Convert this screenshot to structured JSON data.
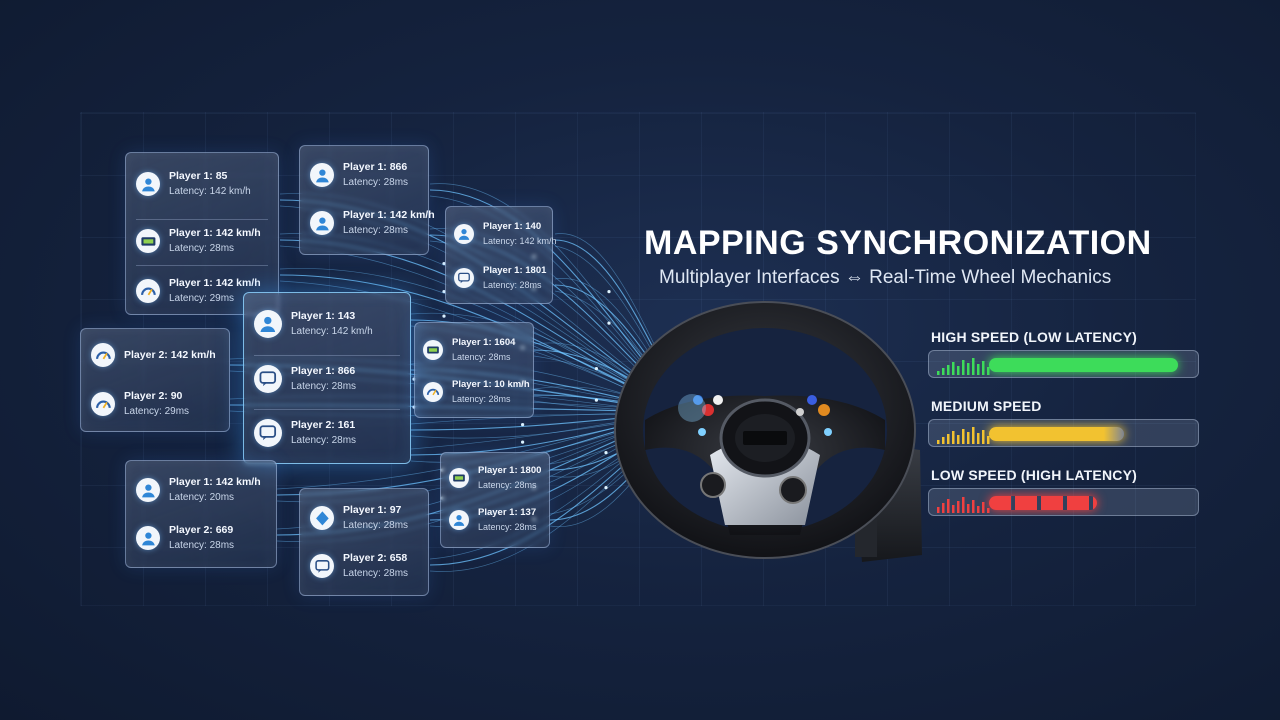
{
  "header": {
    "title": "MAPPING SYNCHRONIZATION",
    "subtitle": "Multiplayer Interfaces ⇔ Real-Time Wheel Mechanics"
  },
  "panels": [
    {
      "rows": [
        {
          "icon": "user-icon",
          "line1": "Player 1: 85",
          "line2": "Latency: 142 km/h"
        },
        {
          "icon": "car-icon",
          "line1": "Player 1: 142 km/h",
          "line2": "Latency: 28ms"
        },
        {
          "icon": "gauge-icon",
          "line1": "Player 1: 142 km/h",
          "line2": "Latency: 29ms"
        }
      ]
    },
    {
      "rows": [
        {
          "icon": "user-icon",
          "line1": "Player 1: 866",
          "line2": "Latency: 28ms"
        },
        {
          "icon": "user-icon",
          "line1": "Player 1: 142 km/h",
          "line2": "Latency: 28ms"
        }
      ]
    },
    {
      "rows": [
        {
          "icon": "user-icon",
          "line1": "Player 1: 140",
          "line2": "Latency: 142 km/h"
        },
        {
          "icon": "chat-icon",
          "line1": "Player 1: 1801",
          "line2": "Latency: 28ms"
        }
      ]
    },
    {
      "rows": [
        {
          "icon": "gauge-icon",
          "line1": "Player 2: 142 km/h",
          "line2": ""
        },
        {
          "icon": "gauge-icon",
          "line1": "Player 2: 90",
          "line2": "Latency: 29ms"
        }
      ]
    },
    {
      "rows": [
        {
          "icon": "user-icon",
          "line1": "Player 1: 143",
          "line2": "Latency: 142 km/h"
        },
        {
          "icon": "chat-icon",
          "line1": "Player 1: 866",
          "line2": "Latency: 28ms"
        },
        {
          "icon": "chat-icon",
          "line1": "Player 2: 161",
          "line2": "Latency: 28ms"
        }
      ]
    },
    {
      "rows": [
        {
          "icon": "car-icon",
          "line1": "Player 1: 1604",
          "line2": "Latency: 28ms"
        },
        {
          "icon": "gauge-icon",
          "line1": "Player 1: 10 km/h",
          "line2": "Latency: 28ms"
        }
      ]
    },
    {
      "rows": [
        {
          "icon": "user-icon",
          "line1": "Player 1: 142 km/h",
          "line2": "Latency: 20ms"
        },
        {
          "icon": "user-icon",
          "line1": "Player 2: 669",
          "line2": "Latency: 28ms"
        }
      ]
    },
    {
      "rows": [
        {
          "icon": "diamond-icon",
          "line1": "Player 1: 97",
          "line2": "Latency: 28ms"
        },
        {
          "icon": "chat-icon",
          "line1": "Player 2: 658",
          "line2": "Latency: 28ms"
        }
      ]
    },
    {
      "rows": [
        {
          "icon": "car-icon",
          "line1": "Player 1: 1800",
          "line2": "Latency: 28ms"
        },
        {
          "icon": "user-icon",
          "line1": "Player 1: 137",
          "line2": "Latency: 28ms"
        }
      ]
    }
  ],
  "meters": [
    {
      "label": "HIGH SPEED (LOW LATENCY)",
      "level": 0.92,
      "color": "#3ddc5a",
      "fragmented": false
    },
    {
      "label": "MEDIUM SPEED",
      "level": 0.72,
      "color": "#f2c230",
      "fragmented": false
    },
    {
      "label": "LOW SPEED (HIGH LATENCY)",
      "level": 0.62,
      "color": "#f04040",
      "fragmented": true
    }
  ],
  "colors": {
    "background": "#15233f",
    "stream": "#6fc4ff",
    "accent": "#8fd8ff"
  }
}
